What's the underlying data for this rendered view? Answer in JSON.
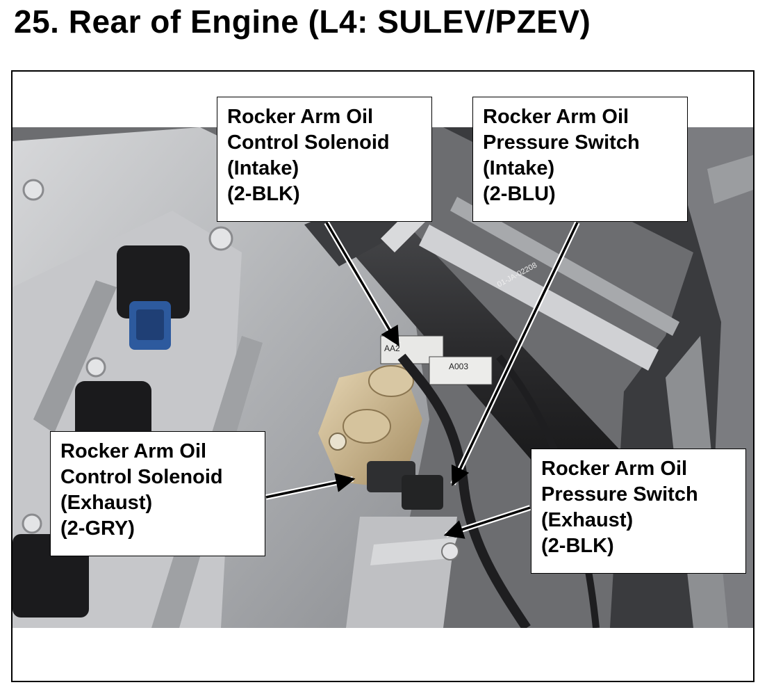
{
  "title": "25.  Rear of Engine (L4: SULEV/PZEV)",
  "colors": {
    "engine_silver": "#b5b7ba",
    "hose_black": "#2a2a2c",
    "connector_blue": "#2d5a9e",
    "brass_solenoid": "#c9b28a"
  },
  "photo_labels": {
    "part_tag": "AA2",
    "part_code": "A003",
    "hose_code": "01-JA-02208"
  },
  "callouts": [
    {
      "lines": [
        "Rocker Arm Oil",
        "Control Solenoid",
        "(Intake)",
        "(2-BLK)"
      ]
    },
    {
      "lines": [
        "Rocker Arm Oil",
        "Pressure Switch",
        "(Intake)",
        "(2-BLU)"
      ]
    },
    {
      "lines": [
        "Rocker Arm Oil",
        "Control Solenoid",
        "(Exhaust)",
        "(2-GRY)"
      ]
    },
    {
      "lines": [
        "Rocker Arm Oil",
        "Pressure Switch",
        "(Exhaust)",
        "(2-BLK)"
      ]
    }
  ]
}
